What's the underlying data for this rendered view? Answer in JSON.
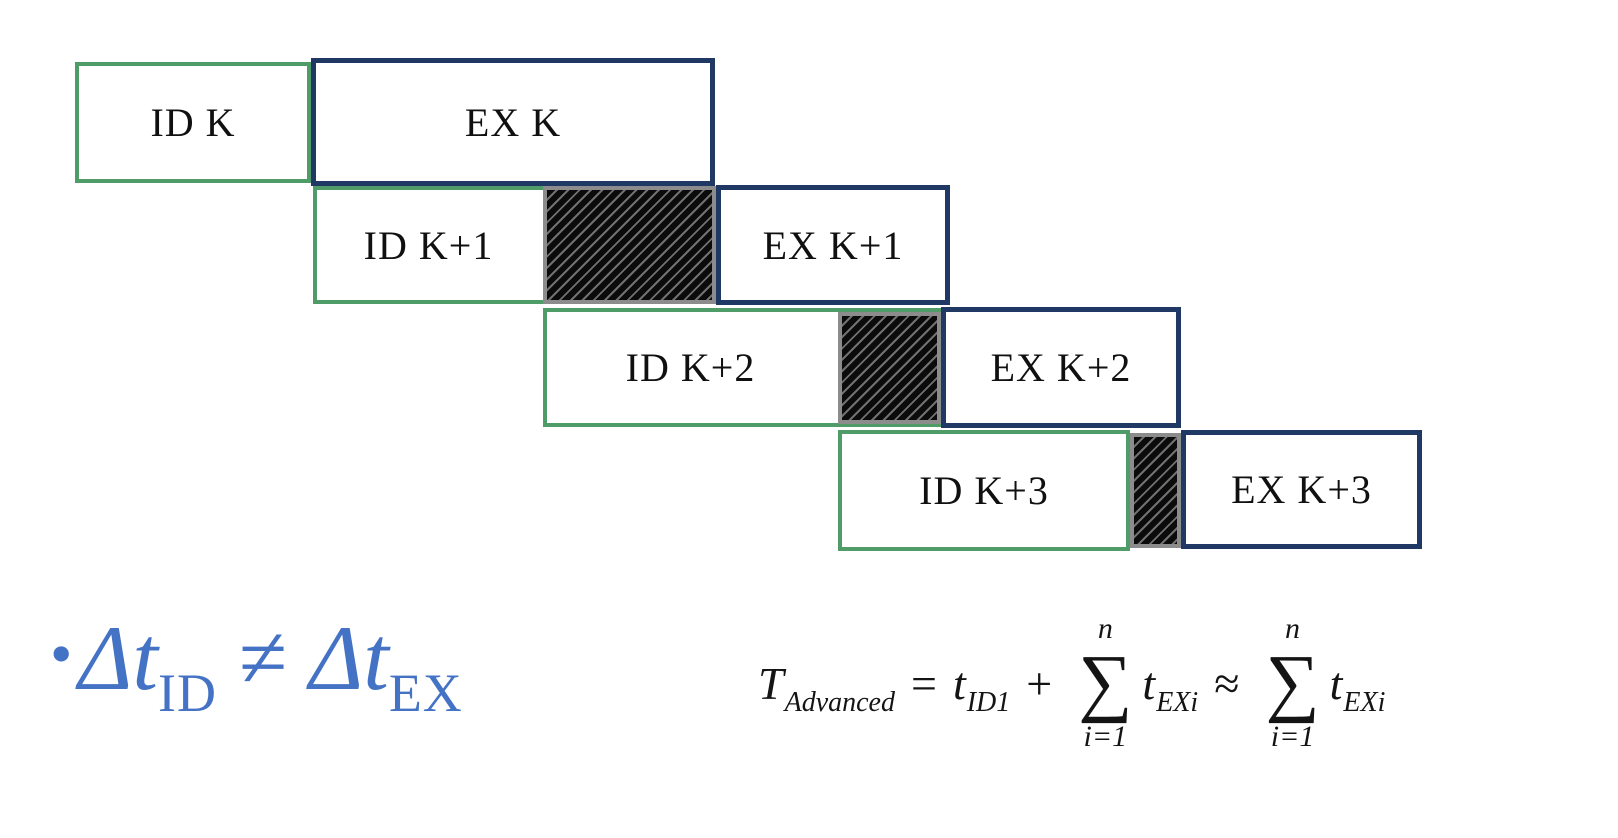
{
  "diagram": {
    "colors": {
      "id_border": "#4f9c68",
      "ex_border": "#1f3864",
      "hatch_fill": "#0b0b0b",
      "hatch_border": "#8c8c8c",
      "bullet_text": "#4472c4",
      "formula_text": "#141414"
    },
    "rows": [
      {
        "id_label": "ID K",
        "ex_label": "EX K"
      },
      {
        "id_label": "ID K+1",
        "ex_label": "EX K+1"
      },
      {
        "id_label": "ID K+2",
        "ex_label": "EX K+2"
      },
      {
        "id_label": "ID K+3",
        "ex_label": "EX K+3"
      }
    ]
  },
  "bullet": {
    "dot": "•",
    "delta1": "Δt",
    "sub1": "ID",
    "neq": "≠",
    "delta2": "Δt",
    "sub2": "EX"
  },
  "formula": {
    "T": "T",
    "T_sub": "Advanced",
    "eq": "=",
    "t_id": "t",
    "t_id_sub": "ID1",
    "plus": "+",
    "sum1": {
      "top": "n",
      "sym": "∑",
      "bot": "i=1"
    },
    "t_ex1": "t",
    "t_ex1_sub": "EXi",
    "approx": "≈",
    "sum2": {
      "top": "n",
      "sym": "∑",
      "bot": "i=1"
    },
    "t_ex2": "t",
    "t_ex2_sub": "EXi"
  }
}
